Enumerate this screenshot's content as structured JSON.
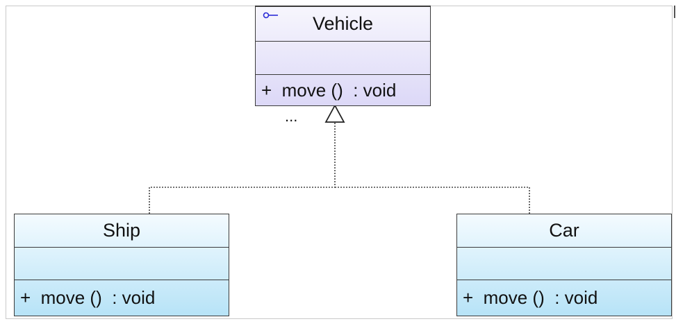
{
  "classes": {
    "vehicle": {
      "name": "Vehicle",
      "attributes": "",
      "operation": "+  move ()  : void"
    },
    "ship": {
      "name": "Ship",
      "attributes": "",
      "operation": "+  move ()  : void"
    },
    "car": {
      "name": "Car",
      "attributes": "",
      "operation": "+  move ()  : void"
    }
  },
  "annotation": "...",
  "colors": {
    "interface_fill_top": "#f7f6fd",
    "interface_fill_bottom": "#dcd8f7",
    "class_fill_top": "#f4fbff",
    "class_fill_bottom": "#b7e3f7",
    "outline": "#3a3a3a",
    "interface_icon": "#2b2bd6"
  },
  "relationship": {
    "type": "realization",
    "from": [
      "Ship",
      "Car"
    ],
    "to": "Vehicle"
  }
}
